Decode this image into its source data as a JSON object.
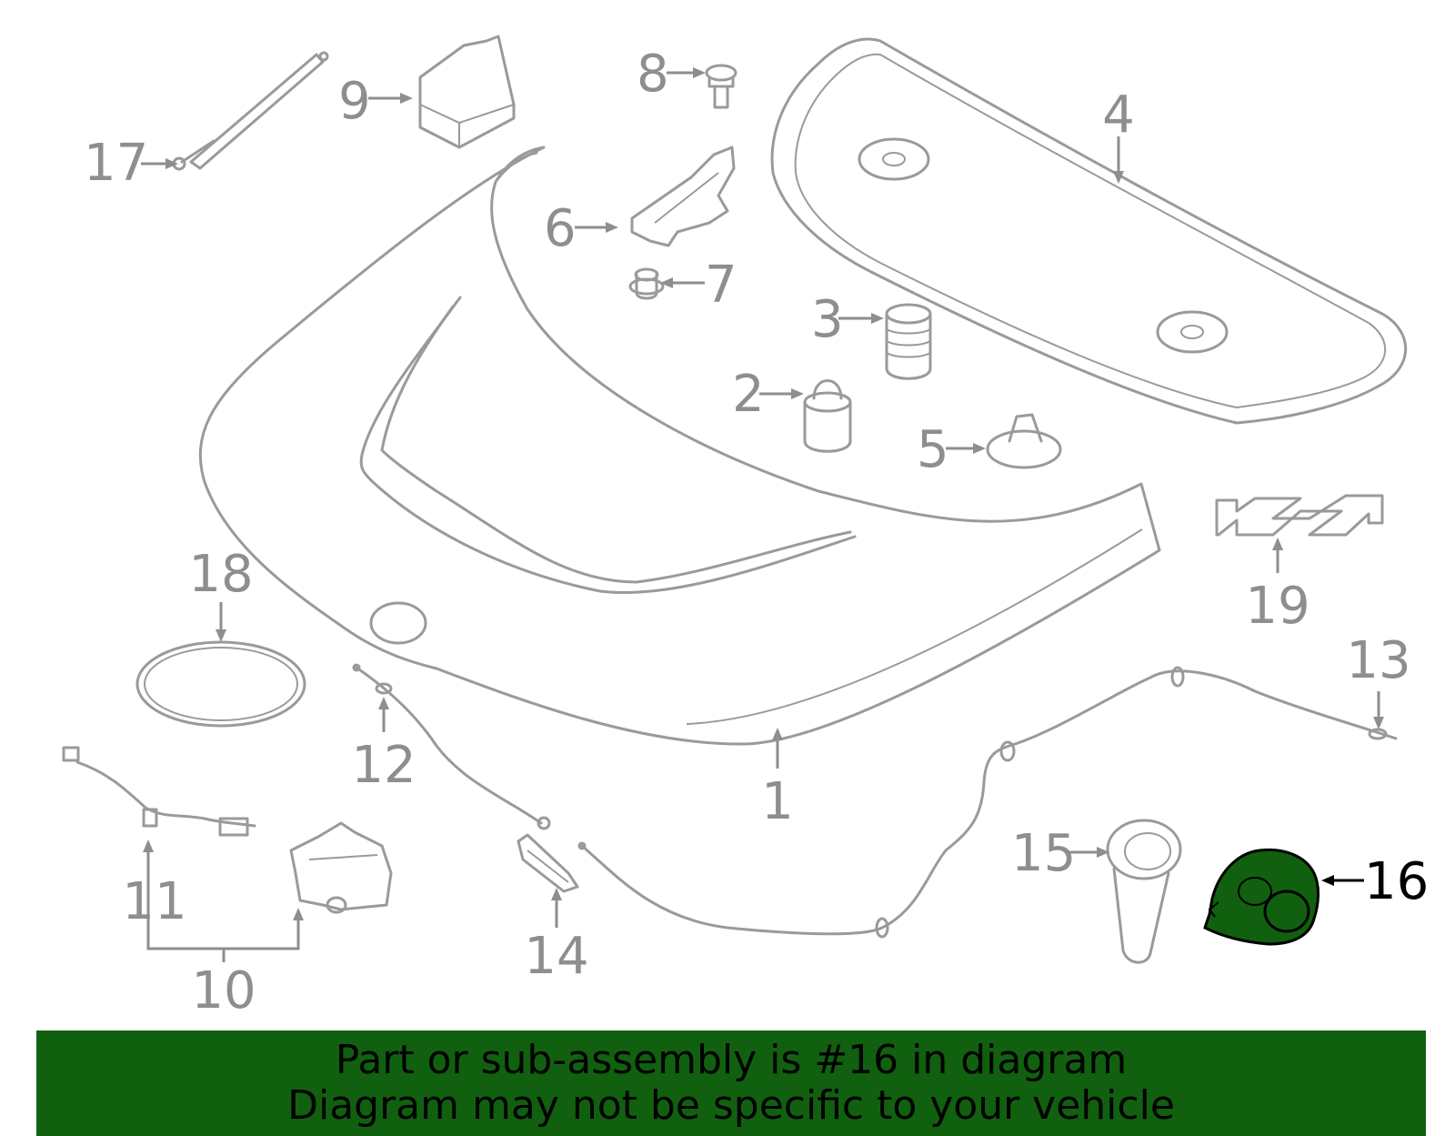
{
  "callouts": {
    "c1": "1",
    "c2": "2",
    "c3": "3",
    "c4": "4",
    "c5": "5",
    "c6": "6",
    "c7": "7",
    "c8": "8",
    "c9": "9",
    "c10": "10",
    "c11": "11",
    "c12": "12",
    "c13": "13",
    "c14": "14",
    "c15": "15",
    "c16": "16",
    "c17": "17",
    "c18": "18",
    "c19": "19"
  },
  "highlight": {
    "part_number": "16",
    "color": "#116010"
  },
  "banner": {
    "line1": "Part or sub-assembly is #16 in diagram",
    "line2": "Diagram may not be specific to your vehicle",
    "background": "#116010"
  },
  "colors": {
    "part_outline": "#9a9a9a",
    "callout": "#8e8e8e",
    "active_callout": "#000000"
  }
}
